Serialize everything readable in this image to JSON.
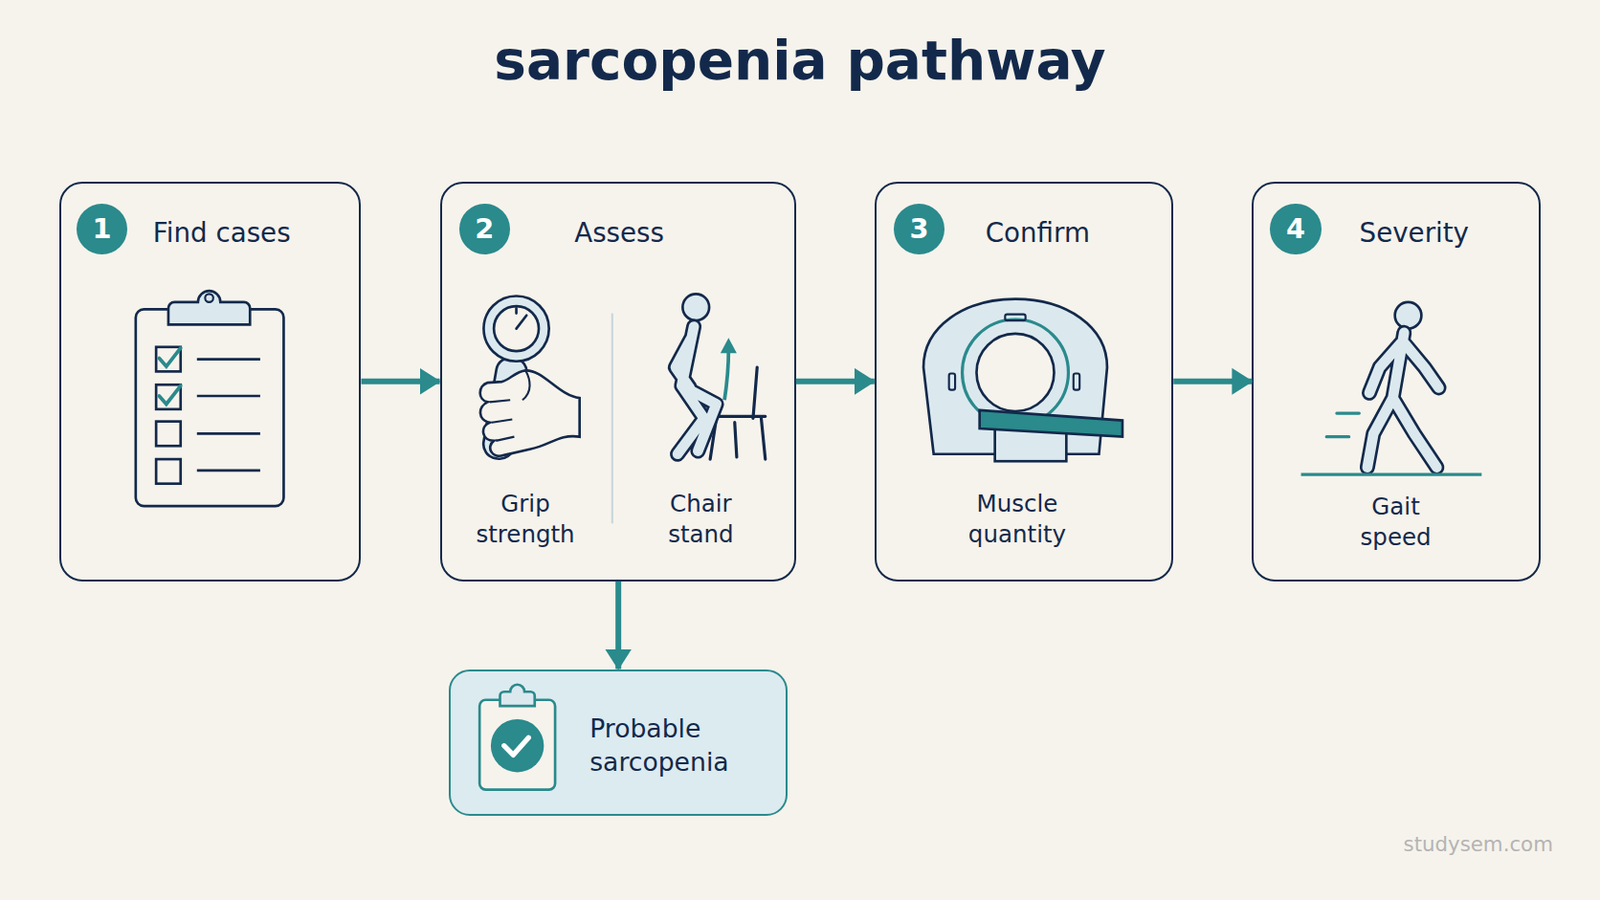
{
  "diagram": {
    "title": "sarcopenia pathway",
    "nodes": [
      {
        "text": [
          "Find cases"
        ]
      },
      {
        "text": [
          "1"
        ],
        "in": 0
      },
      {
        "text": [
          "Assess",
          "Grip strength",
          "Chair stand"
        ]
      },
      {
        "text": [
          "2"
        ],
        "in": 2
      },
      {
        "text": [
          "Confirm",
          "Muscle quantity"
        ]
      },
      {
        "text": [
          "3"
        ],
        "in": 4
      },
      {
        "text": [
          "Severity",
          "Gait speed"
        ]
      },
      {
        "text": [
          "4"
        ],
        "in": 6
      },
      {
        "text": [
          "Probable sarcopenia"
        ]
      }
    ],
    "edges": [
      {
        "from": 0,
        "to": 2,
        "arrow": "to"
      },
      {
        "from": 2,
        "to": 4,
        "arrow": "to"
      },
      {
        "from": 4,
        "to": 6,
        "arrow": "to"
      },
      {
        "from": 2,
        "to": 8,
        "arrow": "to"
      }
    ],
    "labels": [
      "studysem.com"
    ]
  }
}
